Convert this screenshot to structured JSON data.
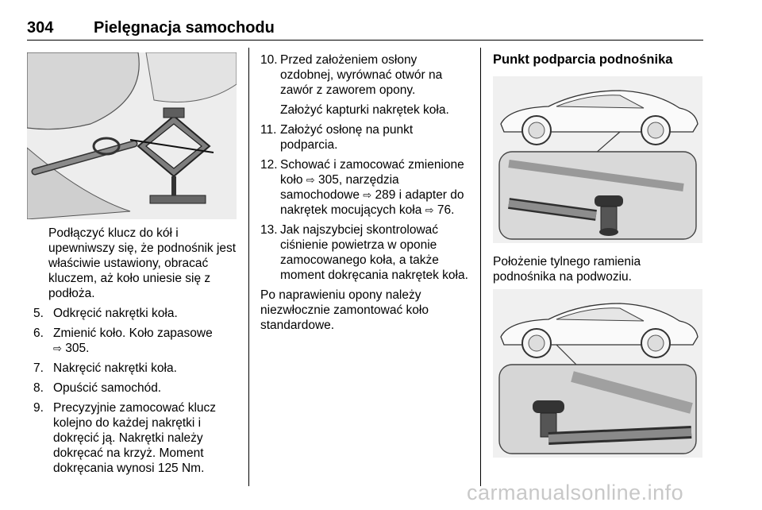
{
  "header": {
    "page_number": "304",
    "title": "Pielęgnacja samochodu"
  },
  "col1": {
    "intro": "Podłączyć klucz do kół i upewniwszy się, że podnośnik jest właściwie ustawiony, obracać kluczem, aż koło uniesie się z podłoża.",
    "steps": [
      {
        "num": "5.",
        "text": "Odkręcić nakrętki koła."
      },
      {
        "num": "6.",
        "text": "Zmienić koło. Koło zapasowe",
        "ref": "305."
      },
      {
        "num": "7.",
        "text": "Nakręcić nakrętki koła."
      },
      {
        "num": "8.",
        "text": "Opuścić samochód."
      },
      {
        "num": "9.",
        "text": "Precyzyjnie zamocować klucz kolejno do każdej nakrętki i dokręcić ją. Nakrętki należy dokręcać na krzyż. Moment dokręcania wynosi 125 Nm."
      }
    ]
  },
  "col2": {
    "step10": {
      "num": "10.",
      "text": "Przed założeniem osłony ozdobnej, wyrównać otwór na zawór z zaworem opony.",
      "sub": "Założyć kapturki nakrętek koła."
    },
    "step11": {
      "num": "11.",
      "text": "Założyć osłonę na punkt podparcia."
    },
    "step12": {
      "num": "12.",
      "a": "Schować i zamocować zmienione koło",
      "ref1": "305, narzędzia samochodowe",
      "ref2": "289 i adapter do nakrętek mocujących koła",
      "ref3": "76."
    },
    "step13": {
      "num": "13.",
      "text": "Jak najszybciej skontrolować ciśnienie powietrza w oponie zamocowanego koła, a także moment dokręcania nakrętek koła."
    },
    "after": "Po naprawieniu opony należy niezwłocznie zamontować koło standardowe."
  },
  "col3": {
    "title": "Punkt podparcia podnośnika",
    "caption": "Położenie tylnego ramienia podnośnika na podwoziu."
  },
  "ref_arrow": "⇨",
  "watermark": "carmanualsonline.info"
}
